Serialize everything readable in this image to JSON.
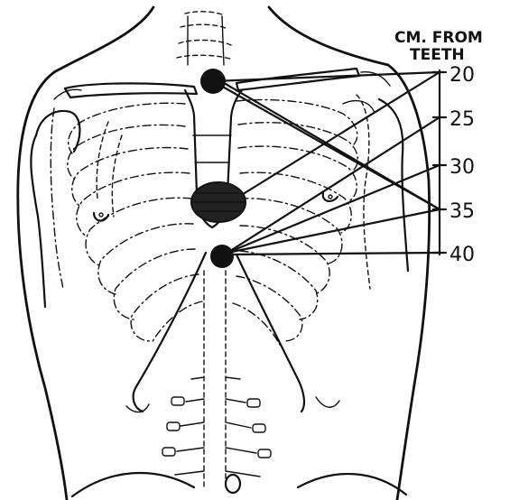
{
  "header": {
    "line1": "CM. FROM",
    "line2": "TEETH"
  },
  "scale": {
    "labels": [
      "20",
      "25",
      "30",
      "35",
      "40"
    ]
  },
  "colors": {
    "ink": "#111111",
    "background": "#ffffff"
  }
}
